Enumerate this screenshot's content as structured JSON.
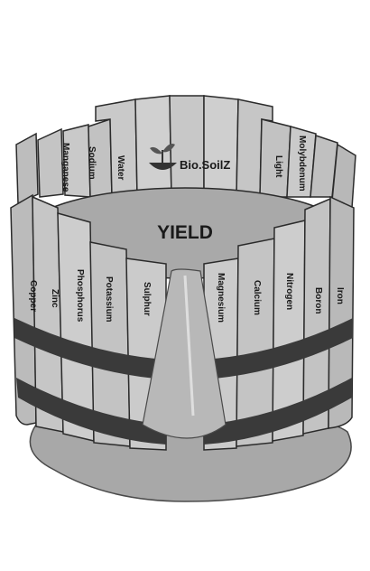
{
  "center_label": "YIELD",
  "brand": {
    "name": "Bio.SoilZ",
    "mark": "sprout-in-bowl"
  },
  "staves": {
    "back": [
      "Manganese",
      "Sodium",
      "Water",
      "Light",
      "Molybdenum"
    ],
    "front_left": [
      "Copper",
      "Zinc",
      "Phosphorus",
      "Potassium",
      "Sulphur"
    ],
    "front_right": [
      "Magnesium",
      "Calcium",
      "Nitrogen",
      "Boron",
      "Iron"
    ]
  },
  "colors": {
    "stave_front": "#c9c9c9",
    "stave_back": "#b6b6b6",
    "outline": "#2b2b2b",
    "band": "#3a3a3a",
    "water": "#a8a8a8",
    "water_light": "#cfcfcf"
  }
}
